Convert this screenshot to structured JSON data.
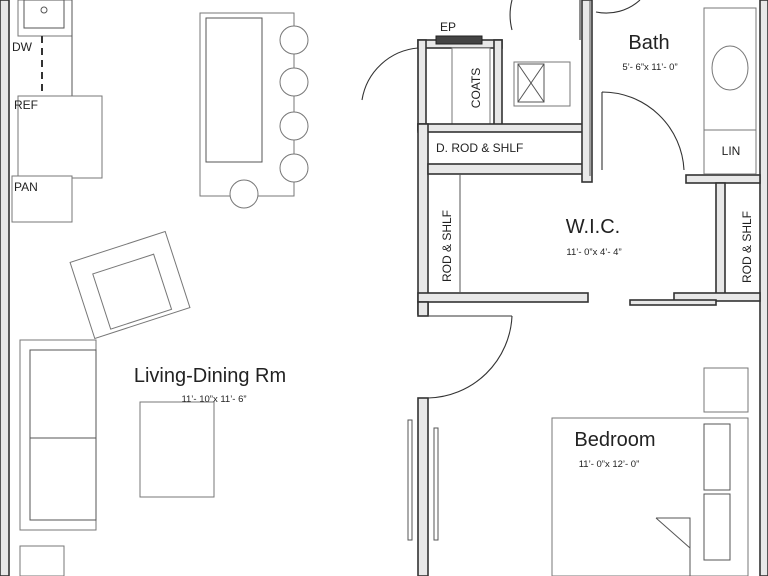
{
  "rooms": {
    "living": {
      "name": "Living-Dining Rm",
      "dims": "11’- 10”x 11’- 6”"
    },
    "bath": {
      "name": "Bath",
      "dims": "5’- 6”x 11’- 0”"
    },
    "wic": {
      "name": "W.I.C.",
      "dims": "11’- 0”x 4’- 4”"
    },
    "bedroom": {
      "name": "Bedroom",
      "dims": "11’- 0”x 12’- 0”"
    }
  },
  "labels": {
    "dw": "DW",
    "ref": "REF",
    "pan": "PAN",
    "ep": "EP",
    "coats": "COATS",
    "d_rod_shlf": "D. ROD & SHLF",
    "rod_shlf_left": "ROD & SHLF",
    "rod_shlf_right": "ROD & SHLF",
    "lin": "LIN"
  }
}
